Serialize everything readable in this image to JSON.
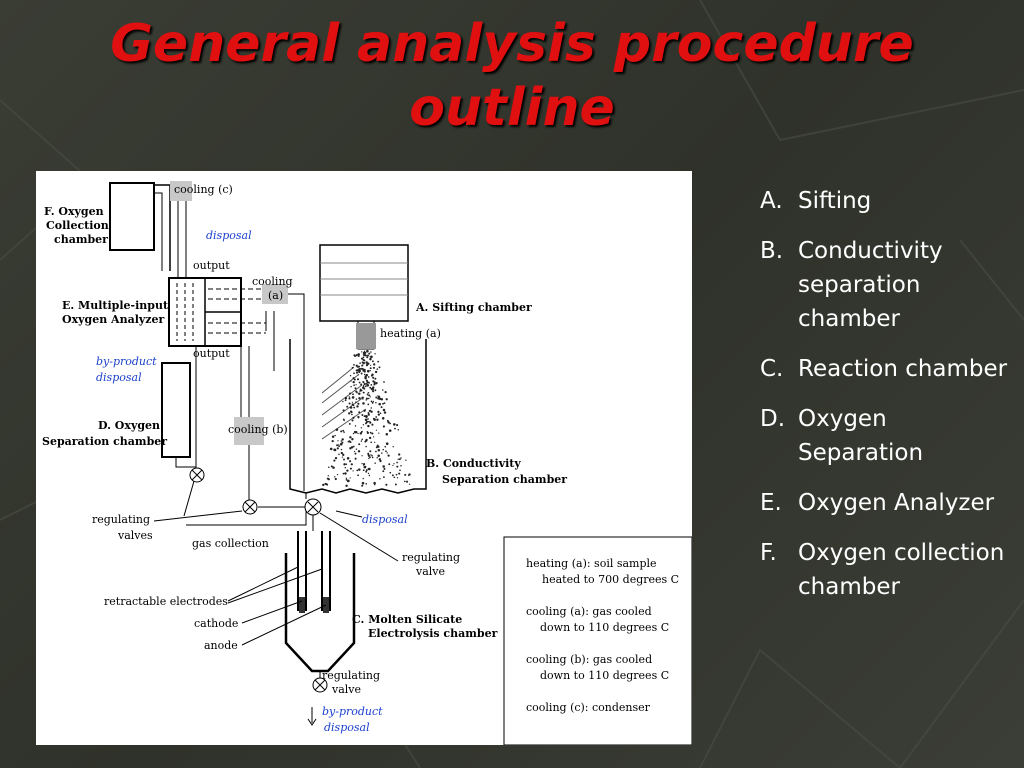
{
  "title": {
    "line1": "General analysis procedure",
    "line2": "outline"
  },
  "legend": [
    {
      "mark": "A.",
      "text": "Sifting"
    },
    {
      "mark": "B.",
      "text": "Conductivity separation chamber"
    },
    {
      "mark": "C.",
      "text": "Reaction chamber"
    },
    {
      "mark": "D.",
      "text": "Oxygen Separation"
    },
    {
      "mark": "E.",
      "text": "Oxygen Analyzer"
    },
    {
      "mark": "F.",
      "text": "Oxygen collection chamber"
    }
  ],
  "diagram": {
    "f_label_1": "F. Oxygen",
    "f_label_2": "Collection",
    "f_label_3": "chamber",
    "e_label_1": "E. Multiple-input",
    "e_label_2": "Oxygen Analyzer",
    "d_label_1": "D. Oxygen",
    "d_label_2": "Separation chamber",
    "a_label": "A. Sifting chamber",
    "b_label_1": "B. Conductivity",
    "b_label_2": "Separation chamber",
    "c_label_1": "C. Molten Silicate",
    "c_label_2": "Electrolysis chamber",
    "cooling_c": "cooling (c)",
    "cooling_a_1": "cooling",
    "cooling_a_2": "(a)",
    "cooling_b": "cooling (b)",
    "heating_a": "heating (a)",
    "disposal_top": "disposal",
    "disposal_mid": "disposal",
    "output_top": "output",
    "output_bottom": "output",
    "byproduct_1": "by-product",
    "byproduct_2": "disposal",
    "byproduct_bottom_1": "by-product",
    "byproduct_bottom_2": "disposal",
    "regulating_valves_1": "regulating",
    "regulating_valves_2": "valves",
    "gas_collection": "gas collection",
    "regulating_valve_mid_1": "regulating",
    "regulating_valve_mid_2": "valve",
    "regulating_valve_bot_1": "regulating",
    "regulating_valve_bot_2": "valve",
    "retractable_electrodes": "retractable electrodes",
    "cathode": "cathode",
    "anode": "anode",
    "key": [
      "heating (a): soil sample",
      "heated to 700 degrees C",
      "cooling (a): gas cooled",
      "down to 110 degrees C",
      "cooling (b): gas cooled",
      "down to 110 degrees C",
      "cooling (c): condenser"
    ]
  }
}
